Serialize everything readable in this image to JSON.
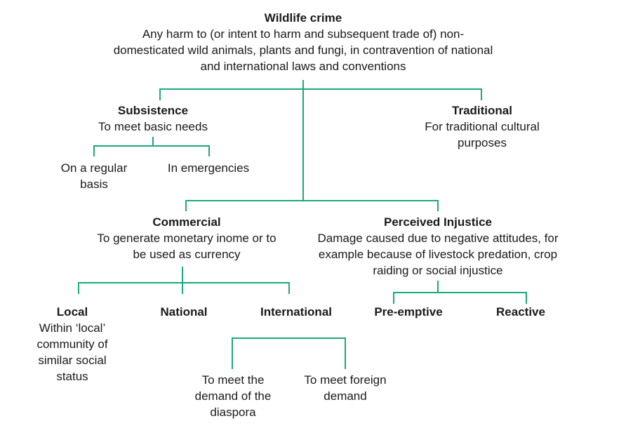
{
  "root": {
    "title": "Wildlife crime",
    "desc": "Any harm to (or intent to harm and subsequent trade of) non-domesticated wild animals, plants and fungi, in contravention of national and international laws and conventions"
  },
  "subsistence": {
    "title": "Subsistence",
    "desc": "To meet basic needs"
  },
  "regular": {
    "desc": "On a regular basis"
  },
  "emergencies": {
    "desc": "In emergencies"
  },
  "traditional": {
    "title": "Traditional",
    "desc": "For traditional cultural purposes"
  },
  "commercial": {
    "title": "Commercial",
    "desc": "To generate monetary inome or to be used as currency"
  },
  "local": {
    "title": "Local",
    "desc": "Within ‘local’ community of similar social status"
  },
  "national": {
    "title": "National"
  },
  "international": {
    "title": "International"
  },
  "diaspora": {
    "desc": "To meet the demand of the diaspora"
  },
  "foreign": {
    "desc": "To meet foreign demand"
  },
  "injustice": {
    "title": "Perceived Injustice",
    "desc": "Damage caused due to negative attitudes, for example because of livestock predation, crop raiding or social injustice"
  },
  "preemptive": {
    "title": "Pre-emptive"
  },
  "reactive": {
    "title": "Reactive"
  },
  "colors": {
    "connector": "#1aaa78",
    "text": "#1a1a1a"
  }
}
